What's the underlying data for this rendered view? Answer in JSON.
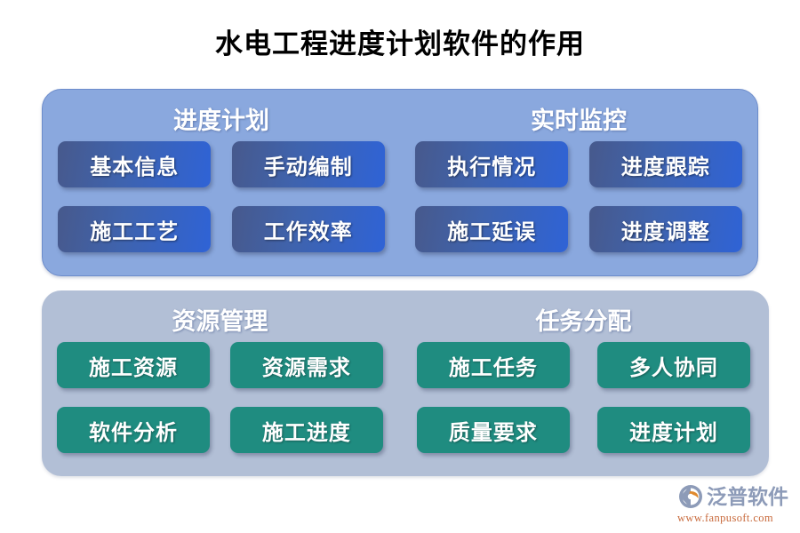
{
  "page": {
    "title": "水电工程进度计划软件的作用",
    "background": "#ffffff"
  },
  "colors": {
    "panel_blue": "#8aa8de",
    "panel_gray": "#b2bfd6",
    "tile_blue_start": "#47598c",
    "tile_blue_end": "#2f63d6",
    "tile_teal": "#1f8c80",
    "title_text": "#000000",
    "heading_text": "#ffffff",
    "logo_name": "#8d9bb8",
    "logo_url": "#c86a3c",
    "logo_mark_primary": "#8d9bb8",
    "logo_mark_accent": "#e08a2e"
  },
  "panels": [
    {
      "id": "schedule-panel",
      "style": "blue",
      "groups": [
        {
          "id": "schedule-plan",
          "heading": "进度计划",
          "tiles": [
            "基本信息",
            "手动编制",
            "施工工艺",
            "工作效率"
          ]
        },
        {
          "id": "realtime-monitor",
          "heading": "实时监控",
          "tiles": [
            "执行情况",
            "进度跟踪",
            "施工延误",
            "进度调整"
          ]
        }
      ]
    },
    {
      "id": "resource-panel",
      "style": "gray",
      "groups": [
        {
          "id": "resource-management",
          "heading": "资源管理",
          "tiles": [
            "施工资源",
            "资源需求",
            "软件分析",
            "施工进度"
          ]
        },
        {
          "id": "task-allocation",
          "heading": "任务分配",
          "tiles": [
            "施工任务",
            "多人协同",
            "质量要求",
            "进度计划"
          ]
        }
      ]
    }
  ],
  "logo": {
    "name": "泛普软件",
    "url": "www.fanpusoft.com",
    "mark_icon": "fanpu-swoosh-icon"
  }
}
